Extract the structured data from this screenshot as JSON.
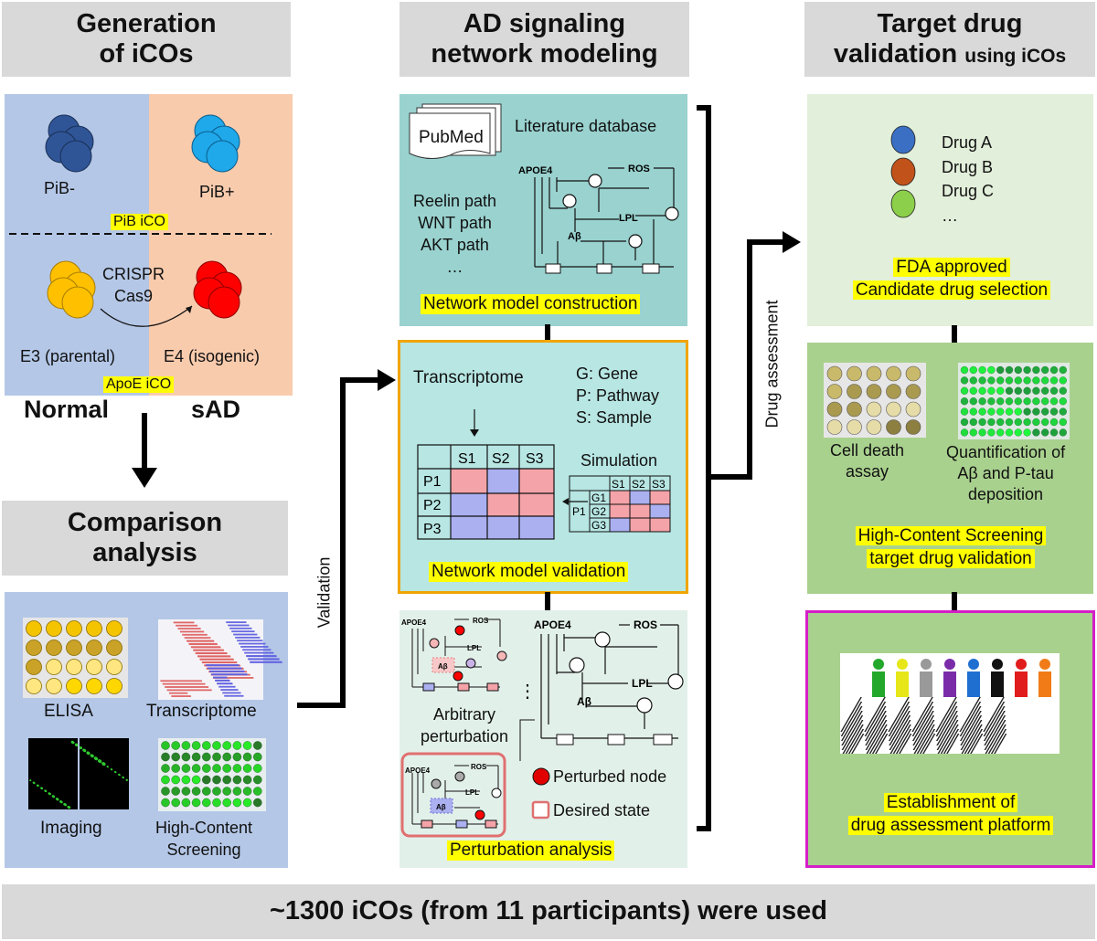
{
  "col1": {
    "header": [
      "Generation",
      "of iCOs"
    ],
    "pib_minus": "PiB-",
    "pib_plus": "PiB+",
    "pib_ico": "PiB iCO",
    "crispr": [
      "CRISPR",
      "Cas9"
    ],
    "e3": "E3 (parental)",
    "e4": "E4 (isogenic)",
    "apoe_ico": "ApoE iCO",
    "normal": "Normal",
    "sad": "sAD",
    "comparison_header": [
      "Comparison",
      "analysis"
    ],
    "elisa": "ELISA",
    "transcriptome": "Transcriptome",
    "imaging": "Imaging",
    "hcs": [
      "High-Content",
      "Screening"
    ]
  },
  "validation_label": "Validation",
  "col2": {
    "header": [
      "AD signaling",
      "network modeling"
    ],
    "pubmed": "PubMed",
    "literature": "Literature database",
    "paths": [
      "Reelin path",
      "WNT path",
      "AKT path",
      "…"
    ],
    "construction": "Network model construction",
    "transcriptome": "Transcriptome",
    "legend": [
      "G: Gene",
      "P: Pathway",
      "S: Sample"
    ],
    "simulation": "Simulation",
    "samples": [
      "S1",
      "S2",
      "S3"
    ],
    "pathways": [
      "P1",
      "P2",
      "P3"
    ],
    "genes": [
      "G1",
      "G2",
      "G3"
    ],
    "validation": "Network model validation",
    "arbitrary": [
      "Arbitrary",
      "perturbation"
    ],
    "perturbed_node": "Perturbed node",
    "desired_state": "Desired state",
    "perturbation": "Perturbation analysis",
    "node_labels": {
      "apoe4": "APOE4",
      "ros": "ROS",
      "lpl": "LPL",
      "ab": "Aβ"
    },
    "ellipsis": "⋮"
  },
  "drug_assessment_label": "Drug assessment",
  "col3": {
    "header": [
      "Target drug",
      "validation"
    ],
    "header_small": "using iCOs",
    "drugs": [
      "Drug A",
      "Drug B",
      "Drug C",
      "…"
    ],
    "drug_colors": [
      "#3a6fc4",
      "#c0521a",
      "#8ccf4a",
      "#e8e8e8"
    ],
    "fda": [
      "FDA approved",
      "Candidate drug selection"
    ],
    "cell_death": [
      "Cell death",
      "assay"
    ],
    "quant": [
      "Quantification of",
      "Aβ and P-tau",
      "deposition"
    ],
    "hcs": [
      "High-Content Screening",
      "target drug validation"
    ],
    "platform": [
      "Establishment of",
      "drug assessment platform"
    ]
  },
  "footer": "~1300 iCOs (from 11 participants) were used"
}
